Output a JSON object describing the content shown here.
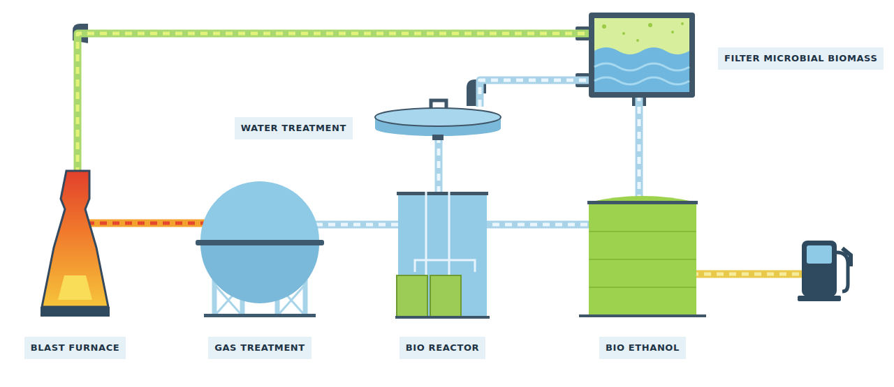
{
  "diagram": {
    "nodes": [
      {
        "text": [
          "BLAST FURNACE"
        ]
      },
      {
        "text": [
          "GAS TREATMENT"
        ]
      },
      {
        "text": [
          "WATER TREATMENT"
        ]
      },
      {
        "text": [
          "BIO REACTOR"
        ]
      },
      {
        "text": [
          "FILTER MICROBIAL BIOMASS"
        ]
      },
      {
        "text": [
          "BIO ETHANOL"
        ]
      }
    ],
    "edges": [
      {
        "from": 0,
        "to": 1,
        "arrow": "none"
      },
      {
        "from": 1,
        "to": 3,
        "arrow": "none"
      },
      {
        "from": 3,
        "to": 5,
        "arrow": "none"
      },
      {
        "from": 0,
        "to": 4,
        "arrow": "none"
      },
      {
        "from": 2,
        "to": 4,
        "arrow": "none"
      },
      {
        "from": 4,
        "to": 5,
        "arrow": "none"
      },
      {
        "from": 2,
        "to": 3,
        "arrow": "none"
      }
    ]
  }
}
